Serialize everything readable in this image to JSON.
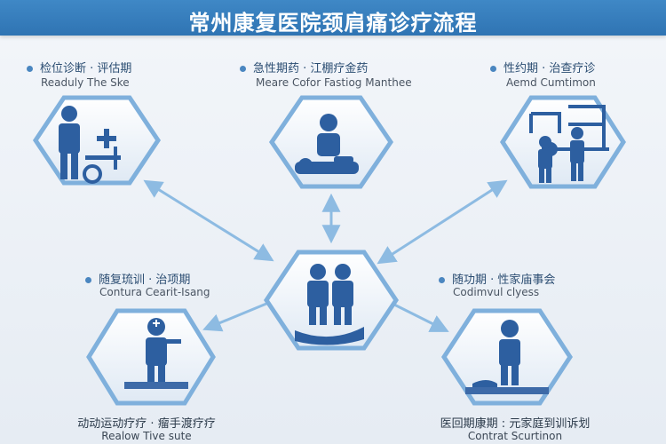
{
  "title": "常州康复医院颈肩痛诊疗流程",
  "stages": {
    "top_left": {
      "title": "检位诊断 · 评估期",
      "subtitle": "Readuly The Ske",
      "icon": "doctor-with-wheelchair-icon"
    },
    "top_center": {
      "title": "急性期药 · 江棚疗金药",
      "subtitle": "Meare Cofor Fastiog Manthee",
      "icon": "therapist-massage-icon"
    },
    "top_right": {
      "title": "性约期 · 治查疗诊",
      "subtitle": "Aemd Cumtimon",
      "icon": "rehab-equipment-icon"
    },
    "middle_left": {
      "title": "随复琉训 · 治项期",
      "subtitle": "Contura Cearit-Isang",
      "icon": "exercise-trainer-icon"
    },
    "middle_right": {
      "title": "随功期 · 性家庙事会",
      "subtitle": "Codimvul clyess",
      "icon": "kneeling-patient-icon"
    },
    "center": {
      "title": "",
      "subtitle": "",
      "icon": "two-people-care-icon"
    }
  },
  "bottom": {
    "left": {
      "title": "动动运动疗疗 · 瘤手渡疗疗",
      "subtitle": "Realow Tive sute"
    },
    "right": {
      "title": "医回期康期 : 元家庭到训诉划",
      "subtitle": "Contrat Scurtinon"
    }
  },
  "colors": {
    "accent": "#2f74b3",
    "hex_border": "#7fb0dc",
    "icon_blue": "#2d5fa0",
    "arrow": "#8dbbe2",
    "background": "#eef2f7"
  }
}
